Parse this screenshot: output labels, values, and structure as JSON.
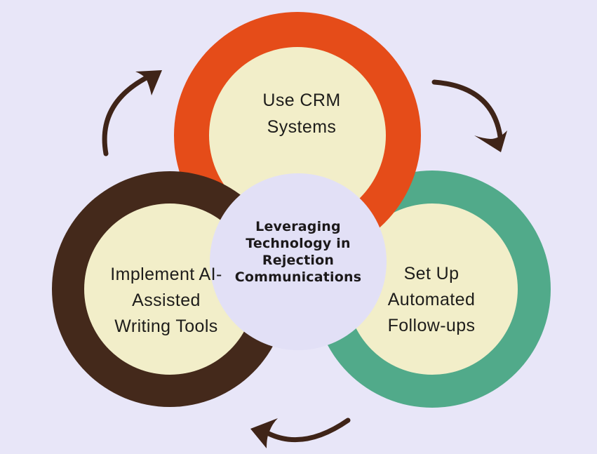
{
  "colors": {
    "background": "#e8e6f8",
    "center-circle": "#e2e0f6",
    "ring-orange": "#e54c19",
    "ring-brown": "#44291b",
    "ring-teal": "#51aa8a",
    "inner-cream": "#f2eec9",
    "arrow-brown": "#3f2418",
    "center-text": "#1c191a",
    "label-text": "#1e1d1b"
  },
  "diagram": {
    "center_title": "Leveraging\nTechnology in\nRejection\nCommunications",
    "nodes": {
      "top": {
        "label": "Use CRM\nSystems"
      },
      "left": {
        "label": "Implement AI-\nAssisted\nWriting Tools"
      },
      "right": {
        "label": "Set Up\nAutomated\nFollow-ups"
      }
    }
  }
}
